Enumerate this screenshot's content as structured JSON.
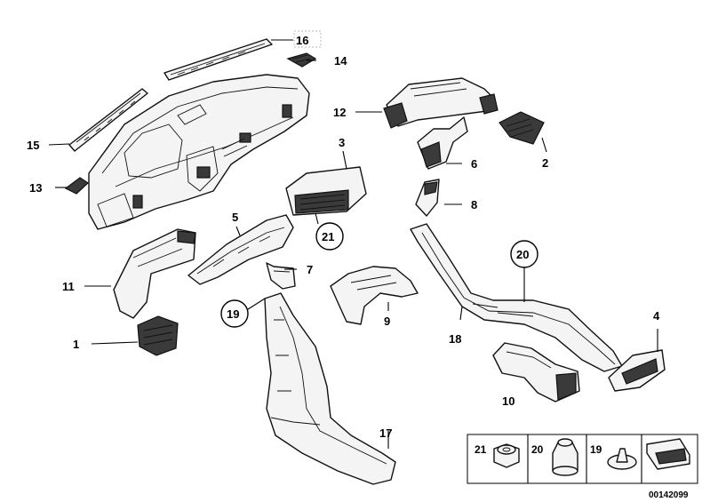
{
  "labels": {
    "l1": "1",
    "l2": "2",
    "l3": "3",
    "l4": "4",
    "l5": "5",
    "l6": "6",
    "l7": "7",
    "l8": "8",
    "l9": "9",
    "l10": "10",
    "l11": "11",
    "l12": "12",
    "l13": "13",
    "l14": "14",
    "l15": "15",
    "l16": "16",
    "l17": "17",
    "l18": "18",
    "c19": "19",
    "c20": "20",
    "c21": "21"
  },
  "legend": {
    "items": [
      "21",
      "20",
      "19"
    ]
  },
  "diagram_code": "00142099",
  "colors": {
    "line": "#000000",
    "part_fill": "#f4f4f4",
    "dark_fill": "#3a3a3a"
  }
}
